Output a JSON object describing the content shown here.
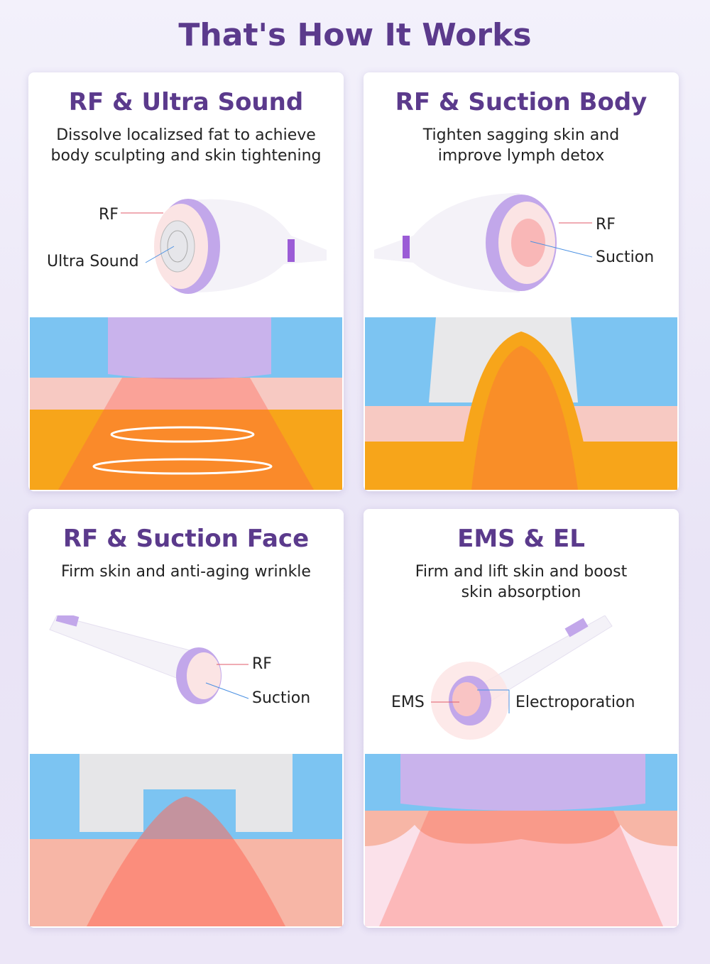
{
  "title": "That's How It Works",
  "cards": [
    {
      "heading": "RF & Ultra Sound",
      "desc_line1": "Dissolve localizsed fat to achieve",
      "desc_line2": "body sculpting and skin tightening",
      "labels": [
        "RF",
        "Ultra Sound"
      ]
    },
    {
      "heading": "RF & Suction Body",
      "desc_line1": "Tighten sagging skin and",
      "desc_line2": "improve lymph detox",
      "labels": [
        "RF",
        "Suction"
      ]
    },
    {
      "heading": "RF & Suction Face",
      "desc_line1": "Firm skin and anti-aging wrinkle",
      "desc_line2": "",
      "labels": [
        "RF",
        "Suction"
      ]
    },
    {
      "heading": "EMS & EL",
      "desc_line1": "Firm and lift skin and boost",
      "desc_line2": "skin absorption",
      "labels": [
        "EMS",
        "Electroporation"
      ]
    }
  ],
  "colors": {
    "accent": "#5b3a8c",
    "sky": "#7cc4f2",
    "fat": "#f7a51a",
    "skin": "#f7c9c2",
    "device": "#b9a0e0"
  }
}
